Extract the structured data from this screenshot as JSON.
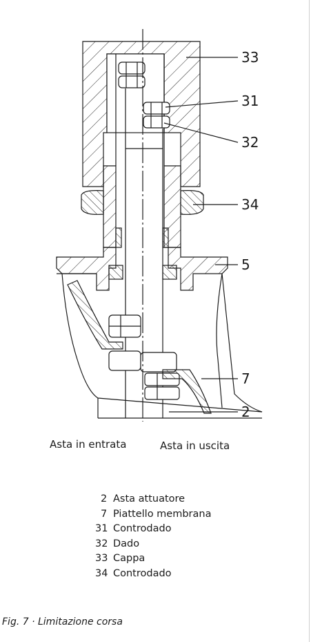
{
  "labels": {
    "l33": "33",
    "l31": "31",
    "l32": "32",
    "l34": "34",
    "l5": "5",
    "l7": "7",
    "l2": "2"
  },
  "captions": {
    "left": "Asta in entrata",
    "right": "Asta in uscita"
  },
  "legend": [
    {
      "num": "2",
      "text": "Asta attuatore"
    },
    {
      "num": "7",
      "text": "Piattello membrana"
    },
    {
      "num": "31",
      "text": "Controdado"
    },
    {
      "num": "32",
      "text": "Dado"
    },
    {
      "num": "33",
      "text": "Cappa"
    },
    {
      "num": "34",
      "text": "Controdado"
    }
  ],
  "figure_caption": "Fig. 7 · Limitazione corsa"
}
